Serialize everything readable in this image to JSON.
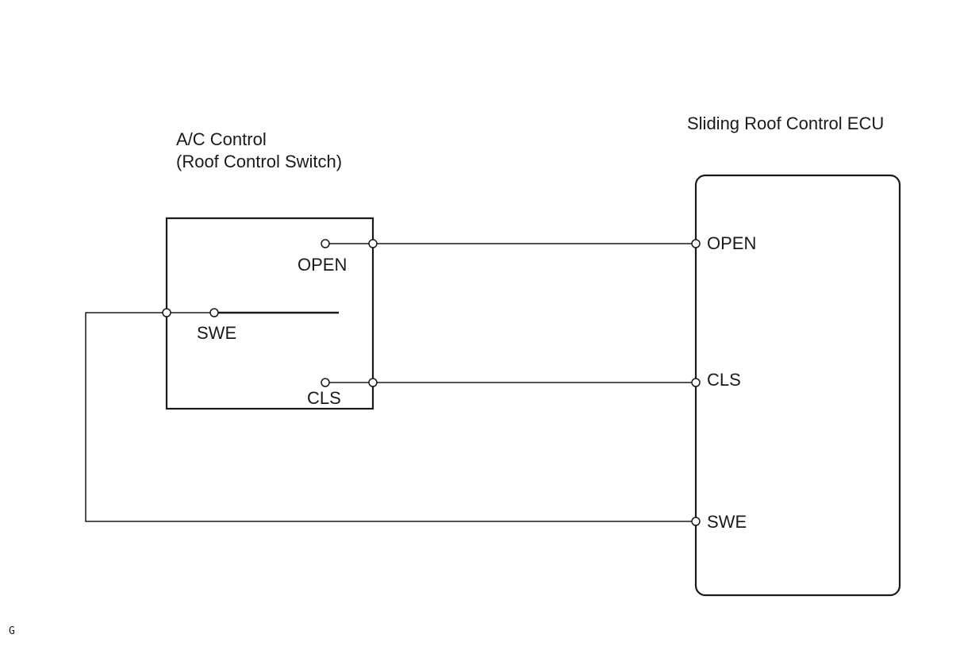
{
  "switch_unit": {
    "title_line1": "A/C Control",
    "title_line2": "(Roof Control Switch)",
    "pins": {
      "open": "OPEN",
      "swe": "SWE",
      "cls": "CLS"
    }
  },
  "ecu": {
    "title": "Sliding Roof Control ECU",
    "pins": {
      "open": "OPEN",
      "cls": "CLS",
      "swe": "SWE"
    }
  },
  "figure_code": "G",
  "colors": {
    "line": "#1a1a1a",
    "background": "#ffffff"
  }
}
